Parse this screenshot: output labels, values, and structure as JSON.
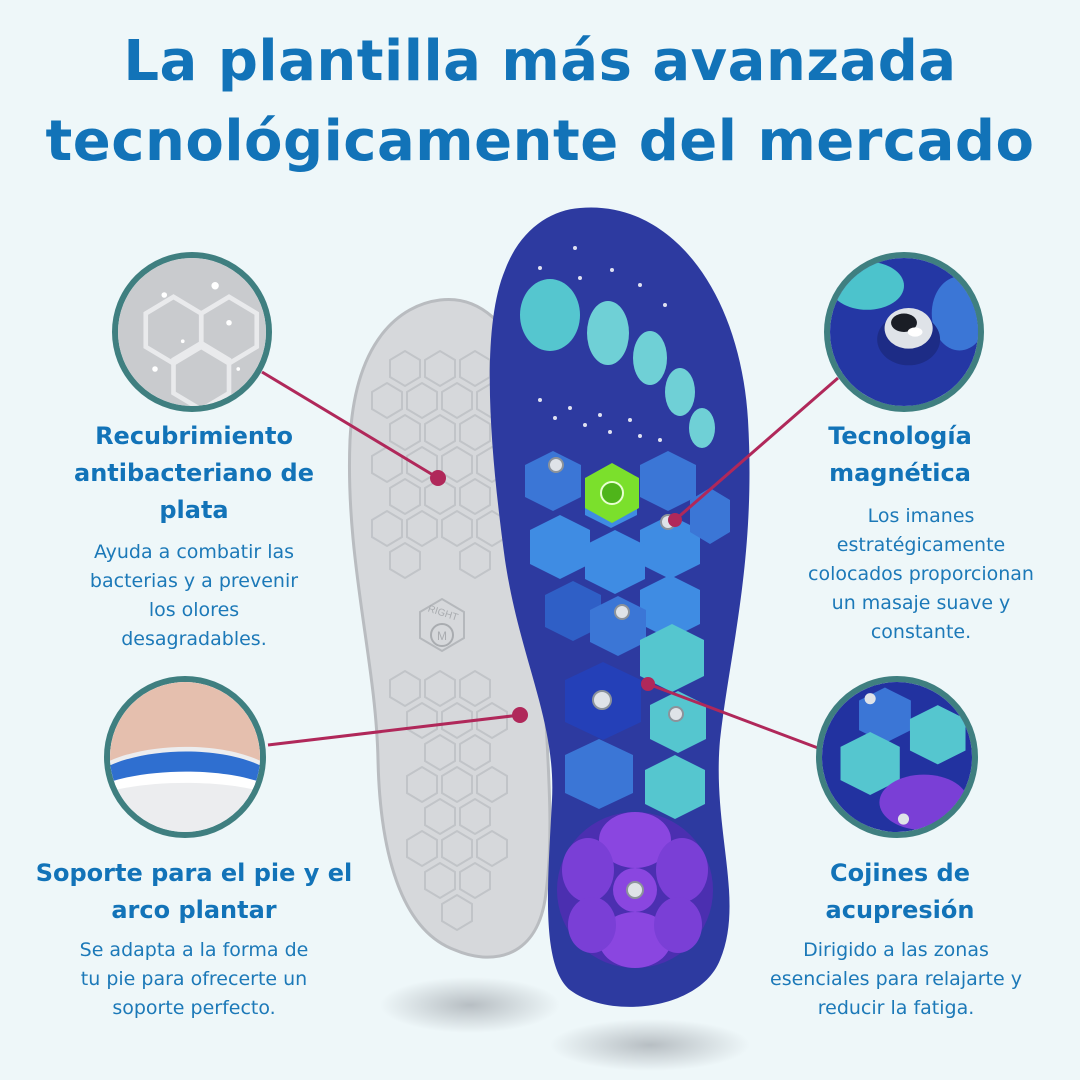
{
  "title": {
    "line1": "La plantilla más avanzada",
    "line2": "tecnológicamente del mercado"
  },
  "features": {
    "antibacterial": {
      "heading": [
        "Recubrimiento",
        "antibacteriano de",
        "plata"
      ],
      "description": [
        "Ayuda a combatir las",
        "bacterias y a prevenir",
        "los olores",
        "desagradables."
      ],
      "icon": "silver-texture-closeup"
    },
    "magnetic": {
      "heading": [
        "Tecnología",
        "magnética"
      ],
      "description": [
        "Los imanes",
        "estratégicamente",
        "colocados proporcionan",
        "un masaje suave y",
        "constante."
      ],
      "icon": "magnet-closeup"
    },
    "arch_support": {
      "heading": [
        "Soporte para el pie y el",
        "arco plantar"
      ],
      "description": [
        "Se adapta a la forma de",
        "tu pie para ofrecerte un",
        "soporte perfecto."
      ],
      "icon": "arch-support-closeup"
    },
    "acupressure": {
      "heading": [
        "Cojines de",
        "acupresión"
      ],
      "description": [
        "Dirigido a las zonas",
        "esenciales para relajarte y",
        "reducir la fatiga."
      ],
      "icon": "acupressure-pads-closeup"
    }
  },
  "insole_marking": {
    "side": "RIGHT",
    "size": "M"
  },
  "colors": {
    "title": "#1273b8",
    "text": "#1c79b8",
    "callout_line": "#b0285a",
    "circle_border": "#3f7f80",
    "insole_top": "#2d3aa0",
    "insole_bottom": "#d4d6d9"
  }
}
